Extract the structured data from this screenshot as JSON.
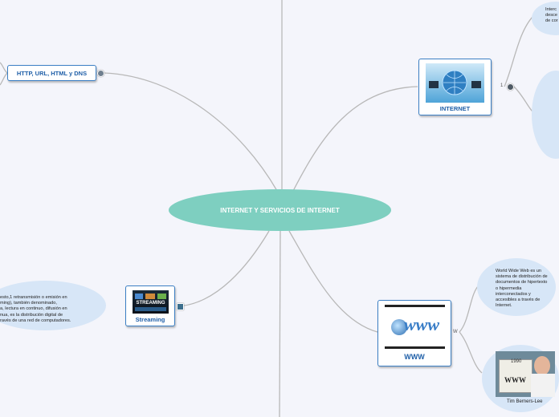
{
  "colors": {
    "background": "#f4f5fb",
    "central_fill": "#7ecfc0",
    "node_border": "#3b7fc4",
    "node_text": "#1f5fa8",
    "cloud_fill": "#d7e6f7",
    "connector": "#b8b8b8"
  },
  "central": {
    "label": "INTERNET Y SERVICIOS DE INTERNET"
  },
  "nodes": {
    "http": {
      "label": "HTTP, URL, HTML y DNS"
    },
    "internet": {
      "label": "INTERNET",
      "count": "1",
      "image_icon": "globe-network-icon"
    },
    "streaming": {
      "label": "Streaming",
      "image_icon": "streaming-screens-icon",
      "image_text": "STREAMING"
    },
    "www": {
      "label": "WWW",
      "image_icon": "www-globe-icon",
      "image_text": "www"
    }
  },
  "notes": {
    "internet_top": "Interc\ndesce\nde cor",
    "www_definition": "World Wide Web es un sistema de distribución de documentos de hipertexto o hipermedia interconectados y accesibles a través de Internet.",
    "streaming_definition": "esto,1 retransmisión o emisión en\nming), también denominado,\na, lectura en continuo, difusión en\nnua, es la distribución digital de\nravés de una red de computadores.",
    "tim_caption": "Tim Berners-Lee",
    "tim_sign_text": "WWW",
    "tim_sign_year": "1990"
  },
  "markers": {
    "www_letter": "W"
  }
}
